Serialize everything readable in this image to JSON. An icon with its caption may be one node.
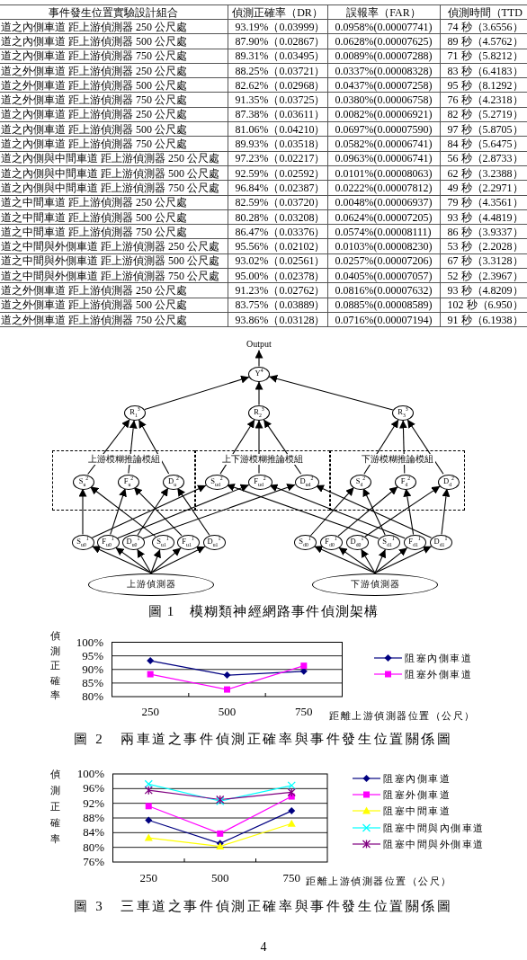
{
  "diagram": {
    "caption": "圖 1　模糊類神經網路事件偵測架構",
    "nodes": [
      {
        "text": [
          "Output"
        ]
      },
      {
        "text": [
          "Y$^{4}$"
        ]
      },
      {
        "text": [
          "R$_{1}$$^{3}$"
        ]
      },
      {
        "text": [
          "R$_{2}$$^{3}$"
        ]
      },
      {
        "text": [
          "R$_{3}$$^{3}$"
        ]
      },
      {
        "text": [
          "上游模糊推論模組"
        ]
      },
      {
        "text": [
          "S$_{u}$$^{2}$"
        ],
        "in": 5
      },
      {
        "text": [
          "F$_{u}$$^{2}$"
        ],
        "in": 5
      },
      {
        "text": [
          "D$_{u}$$^{2}$"
        ],
        "in": 5
      },
      {
        "text": [
          "上下游模糊推論模組"
        ]
      },
      {
        "text": [
          "S$_{ud}$$^{2}$"
        ],
        "in": 9
      },
      {
        "text": [
          "F$_{ud}$$^{2}$"
        ],
        "in": 9
      },
      {
        "text": [
          "D$_{ud}$$^{2}$"
        ],
        "in": 9
      },
      {
        "text": [
          "下游模糊推論模組"
        ]
      },
      {
        "text": [
          "S$_{d}$$^{2}$"
        ],
        "in": 13
      },
      {
        "text": [
          "F$_{d}$$^{2}$"
        ],
        "in": 13
      },
      {
        "text": [
          "D$_{d}$$^{2}$"
        ],
        "in": 13
      },
      {
        "text": [
          "S$_{u0}$$^{1}$"
        ]
      },
      {
        "text": [
          "F$_{u0}$$^{1}$"
        ]
      },
      {
        "text": [
          "D$_{u0}$$^{1}$"
        ]
      },
      {
        "text": [
          "S$_{u1}$$^{1}$"
        ]
      },
      {
        "text": [
          "F$_{u1}$$^{1}$"
        ]
      },
      {
        "text": [
          "D$_{u1}$$^{1}$"
        ]
      },
      {
        "text": [
          "S$_{d0}$$^{1}$"
        ]
      },
      {
        "text": [
          "F$_{d0}$$^{1}$"
        ]
      },
      {
        "text": [
          "D$_{d0}$$^{1}$"
        ]
      },
      {
        "text": [
          "S$_{d1}$$^{1}$"
        ]
      },
      {
        "text": [
          "F$_{d1}$$^{1}$"
        ]
      },
      {
        "text": [
          "D$_{d1}$$^{1}$"
        ]
      },
      {
        "text": [
          "上游偵測器"
        ]
      },
      {
        "text": [
          "下游偵測器"
        ]
      }
    ],
    "edges": [
      {
        "from": 1,
        "to": 0,
        "arrow": "to"
      },
      {
        "from": 2,
        "to": 1,
        "arrow": "to"
      },
      {
        "from": 3,
        "to": 1,
        "arrow": "to"
      },
      {
        "from": 4,
        "to": 1,
        "arrow": "to"
      },
      {
        "from": 6,
        "to": 2,
        "arrow": "to"
      },
      {
        "from": 7,
        "to": 2,
        "arrow": "to"
      },
      {
        "from": 8,
        "to": 2,
        "arrow": "to"
      },
      {
        "from": 10,
        "to": 3,
        "arrow": "to"
      },
      {
        "from": 11,
        "to": 3,
        "arrow": "to"
      },
      {
        "from": 12,
        "to": 3,
        "arrow": "to"
      },
      {
        "from": 14,
        "to": 4,
        "arrow": "to"
      },
      {
        "from": 15,
        "to": 4,
        "arrow": "to"
      },
      {
        "from": 16,
        "to": 4,
        "arrow": "to"
      },
      {
        "from": 17,
        "to": 6,
        "arrow": "to"
      },
      {
        "from": 20,
        "to": 6,
        "arrow": "to"
      },
      {
        "from": 18,
        "to": 7,
        "arrow": "to"
      },
      {
        "from": 21,
        "to": 7,
        "arrow": "to"
      },
      {
        "from": 19,
        "to": 8,
        "arrow": "to"
      },
      {
        "from": 22,
        "to": 8,
        "arrow": "to"
      },
      {
        "from": 17,
        "to": 10,
        "arrow": "to"
      },
      {
        "from": 26,
        "to": 10,
        "arrow": "to"
      },
      {
        "from": 18,
        "to": 11,
        "arrow": "to"
      },
      {
        "from": 27,
        "to": 11,
        "arrow": "to"
      },
      {
        "from": 19,
        "to": 12,
        "arrow": "to"
      },
      {
        "from": 28,
        "to": 12,
        "arrow": "to"
      },
      {
        "from": 23,
        "to": 14,
        "arrow": "to"
      },
      {
        "from": 26,
        "to": 14,
        "arrow": "to"
      },
      {
        "from": 24,
        "to": 15,
        "arrow": "to"
      },
      {
        "from": 27,
        "to": 15,
        "arrow": "to"
      },
      {
        "from": 25,
        "to": 16,
        "arrow": "to"
      },
      {
        "from": 28,
        "to": 16,
        "arrow": "to"
      },
      {
        "from": 29,
        "to": 17,
        "arrow": "to"
      },
      {
        "from": 29,
        "to": 18,
        "arrow": "to"
      },
      {
        "from": 29,
        "to": 19,
        "arrow": "to"
      },
      {
        "from": 29,
        "to": 20,
        "arrow": "to"
      },
      {
        "from": 29,
        "to": 21,
        "arrow": "to"
      },
      {
        "from": 29,
        "to": 22,
        "arrow": "to"
      },
      {
        "from": 30,
        "to": 23,
        "arrow": "to"
      },
      {
        "from": 30,
        "to": 24,
        "arrow": "to"
      },
      {
        "from": 30,
        "to": 25,
        "arrow": "to"
      },
      {
        "from": 30,
        "to": 26,
        "arrow": "to"
      },
      {
        "from": 30,
        "to": 27,
        "arrow": "to"
      },
      {
        "from": 30,
        "to": 28,
        "arrow": "to"
      }
    ],
    "labels": [
      "事件發生位置實驗設計組合",
      "偵測正確率（DR）",
      "誤報率（FAR）",
      "偵測時間（TTD",
      "道之內側車道 距上游偵測器 250 公尺處",
      "93.19%（0.03999）",
      "0.0958%(0.00007741)",
      "74 秒（3.6556）",
      "道之內側車道 距上游偵測器 500 公尺處",
      "87.90%（0.02867）",
      "0.0628%(0.00007625)",
      "89 秒（4.5762）",
      "道之內側車道 距上游偵測器 750 公尺處",
      "89.31%（0.03495）",
      "0.0089%(0.00007288)",
      "71 秒（5.8212）",
      "道之外側車道 距上游偵測器 250 公尺處",
      "88.25%（0.03721）",
      "0.0337%(0.00008328)",
      "83 秒（6.4183）",
      "道之外側車道 距上游偵測器 500 公尺處",
      "82.62%（0.02968）",
      "0.0437%(0.00007258)",
      "95 秒（8.1292）",
      "道之外側車道 距上游偵測器 750 公尺處",
      "91.35%（0.03725）",
      "0.0380%(0.00006758)",
      "76 秒（4.2318）",
      "道之內側車道 距上游偵測器 250 公尺處",
      "87.38%（0.03611）",
      "0.0082%(0.00006921)",
      "82 秒（5.2719）",
      "道之內側車道 距上游偵測器 500 公尺處",
      "81.06%（0.04210）",
      "0.0697%(0.00007590)",
      "97 秒（5.8705）",
      "道之內側車道 距上游偵測器 750 公尺處",
      "89.93%（0.03518）",
      "0.0582%(0.00006741)",
      "84 秒（5.6475）",
      "道之內側與中間車道 距上游偵測器 250 公尺處",
      "97.23%（0.02217）",
      "0.0963%(0.00006741)",
      "56 秒（2.8733）",
      "道之內側與中間車道 距上游偵測器 500 公尺處",
      "92.59%（0.02592）",
      "0.0101%(0.00008063)",
      "62 秒（3.2388）",
      "道之內側與中間車道 距上游偵測器 750 公尺處",
      "96.84%（0.02387）",
      "0.0222%(0.00007812)",
      "49 秒（2.2971）",
      "道之中間車道 距上游偵測器 250 公尺處",
      "82.59%（0.03720）",
      "0.0048%(0.00006937)",
      "79 秒（4.3561）",
      "道之中間車道 距上游偵測器 500 公尺處",
      "80.28%（0.03208）",
      "0.0624%(0.00007205)",
      "93 秒（4.4819）",
      "道之中間車道 距上游偵測器 750 公尺處",
      "86.47%（0.03376）",
      "0.0574%(0.00008111)",
      "86 秒（3.9337）",
      "道之中間與外側車道 距上游偵測器 250 公尺處",
      "95.56%（0.02102）",
      "0.0103%(0.00008230)",
      "53 秒（2.2028）",
      "道之中間與外側車道 距上游偵測器 500 公尺處",
      "93.02%（0.02561）",
      "0.0257%(0.00007206)",
      "67 秒（3.3128）",
      "道之中間與外側車道 距上游偵測器 750 公尺處",
      "95.00%（0.02378）",
      "0.0405%(0.00007057)",
      "52 秒（2.3967）",
      "道之外側車道 距上游偵測器 250 公尺處",
      "91.23%（0.02762）",
      "0.0816%(0.00007632)",
      "93 秒（4.8209）",
      "道之外側車道 距上游偵測器 500 公尺處",
      "83.75%（0.03889）",
      "0.0885%(0.00008589)",
      "102 秒（6.950）",
      "道之外側車道 距上游偵測器 750 公尺處",
      "93.86%（0.03128）",
      "0.0716%(0.00007194)",
      "91 秒（6.1938）",
      "4"
    ],
    "chart_data": [
      {
        "type": "line",
        "title": "圖 2　兩車道之事件偵測正確率與事件發生位置關係圖",
        "xlabel": "距離上游偵測器位置（公尺）",
        "ylabel": "偵測正確率",
        "categories": [
          "250",
          "500",
          "750"
        ],
        "grid": true,
        "legend": true,
        "series": [
          {
            "name": "阻塞內側車道",
            "color": "#000080",
            "marker": "diamond",
            "values": [
              93.19,
              87.9,
              89.31
            ]
          },
          {
            "name": "阻塞外側車道",
            "color": "#ff00ff",
            "marker": "square",
            "values": [
              88.25,
              82.62,
              91.35
            ]
          }
        ],
        "ylim": [
          80,
          100
        ],
        "yticks": [
          {
            "value": 80,
            "label": "80%"
          },
          {
            "value": 85,
            "label": "85%"
          },
          {
            "value": 90,
            "label": "90%"
          },
          {
            "value": 95,
            "label": "95%"
          },
          {
            "value": 100,
            "label": "100%"
          }
        ]
      },
      {
        "type": "line",
        "title": "圖 3　三車道之事件偵測正確率與事件發生位置關係圖",
        "xlabel": "距離上游偵測器位置（公尺）",
        "ylabel": "偵測正確率",
        "categories": [
          "250",
          "500",
          "750"
        ],
        "grid": true,
        "legend": true,
        "series": [
          {
            "name": "阻塞內側車道",
            "color": "#000080",
            "marker": "diamond",
            "values": [
              87.38,
              81.06,
              89.93
            ]
          },
          {
            "name": "阻塞外側車道",
            "color": "#ff00ff",
            "marker": "square",
            "values": [
              91.23,
              83.75,
              93.86
            ]
          },
          {
            "name": "阻塞中間車道",
            "color": "#ffff00",
            "marker": "triangle",
            "values": [
              82.59,
              80.28,
              86.47
            ]
          },
          {
            "name": "阻塞中間與內側車道",
            "color": "#00ffff",
            "marker": "cross",
            "values": [
              97.23,
              92.59,
              96.84
            ]
          },
          {
            "name": "阻塞中間與外側車道",
            "color": "#800080",
            "marker": "cross",
            "values": [
              95.56,
              93.02,
              95.0
            ]
          }
        ],
        "ylim": [
          76,
          100
        ],
        "yticks": [
          {
            "value": 76,
            "label": "76%"
          },
          {
            "value": 80,
            "label": "80%"
          },
          {
            "value": 84,
            "label": "84%"
          },
          {
            "value": 88,
            "label": "88%"
          },
          {
            "value": 92,
            "label": "92%"
          },
          {
            "value": 96,
            "label": "96%"
          },
          {
            "value": 100,
            "label": "100%"
          }
        ]
      }
    ]
  }
}
